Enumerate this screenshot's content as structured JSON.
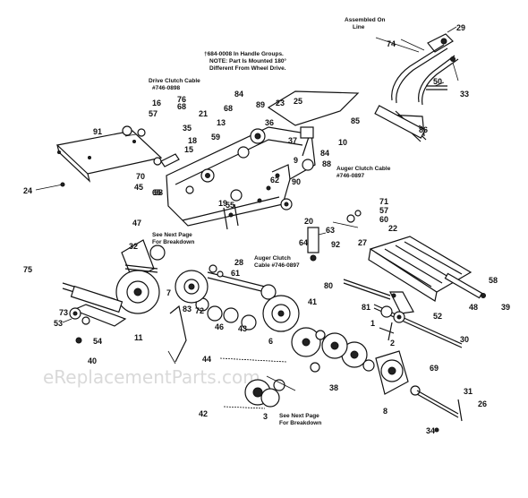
{
  "watermark": "eReplacementParts.com",
  "notes": {
    "assembled_1": "Assembled On",
    "assembled_2": "Line",
    "handle_1": "†684-0008 In Handle Groups.",
    "handle_2": "NOTE: Part Is Mounted 180°",
    "handle_3": "Different From Wheel Drive.",
    "drive_cable_1": "Drive Clutch Cable",
    "drive_cable_2": "#746-0898",
    "auger_cable_a1": "Auger Clutch Cable",
    "auger_cable_a2": "#746-0897",
    "auger_cable_b1": "Auger Clutch",
    "auger_cable_b2": "Cable #746-0897",
    "see_next_1a": "See Next Page",
    "see_next_1b": "For Breakdown",
    "see_next_2a": "See Next Page",
    "see_next_2b": "For Breakdown"
  },
  "labels": [
    "29",
    "74",
    "33",
    "50",
    "86",
    "84",
    "89",
    "25",
    "23",
    "85",
    "68",
    "13",
    "10",
    "37",
    "88",
    "59",
    "84",
    "68",
    "70",
    "21",
    "19",
    "47",
    "32",
    "75",
    "7",
    "73",
    "53",
    "11",
    "54",
    "40",
    "44",
    "42",
    "3",
    "8",
    "38",
    "69",
    "34",
    "31",
    "26",
    "30",
    "39",
    "48",
    "58",
    "52",
    "80",
    "2",
    "81",
    "1",
    "71",
    "57",
    "60",
    "22",
    "27",
    "63",
    "92",
    "64",
    "20",
    "28",
    "61",
    "6",
    "41",
    "43",
    "46",
    "72",
    "83",
    "91",
    "24",
    "45",
    "16",
    "18",
    "36",
    "65",
    "15",
    "35",
    "9",
    "76",
    "62",
    "90",
    "55",
    "57",
    "58"
  ]
}
